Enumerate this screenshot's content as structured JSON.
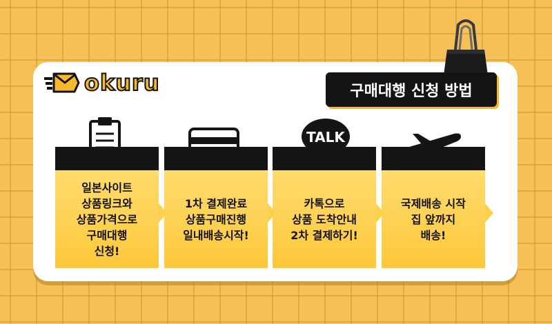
{
  "brand": {
    "name": "okuru",
    "logo_icon": "okuru-logo-icon",
    "accent_color": "#f7b82c"
  },
  "title": "구매대행 신청 방법",
  "clip_icon": "binder-clip-icon",
  "steps": [
    {
      "icon": "clipboard-icon",
      "text": "일본사이트\n상품링크와\n상품가격으로\n구매대행\n신청!"
    },
    {
      "icon": "credit-card-icon",
      "text": "1차 결제완료\n상품구매진행\n일내배송시작!"
    },
    {
      "icon": "talk-bubble-icon",
      "icon_label": "TALK",
      "text": "카톡으로\n상품 도착안내\n2차 결제하기!"
    },
    {
      "icon": "airplane-icon",
      "text": "국제배송 시작\n집 앞까지\n배송!"
    }
  ],
  "colors": {
    "background": "#f5c057",
    "card": "#ffffff",
    "step_fill": "#fdc83a",
    "dark": "#151515"
  }
}
